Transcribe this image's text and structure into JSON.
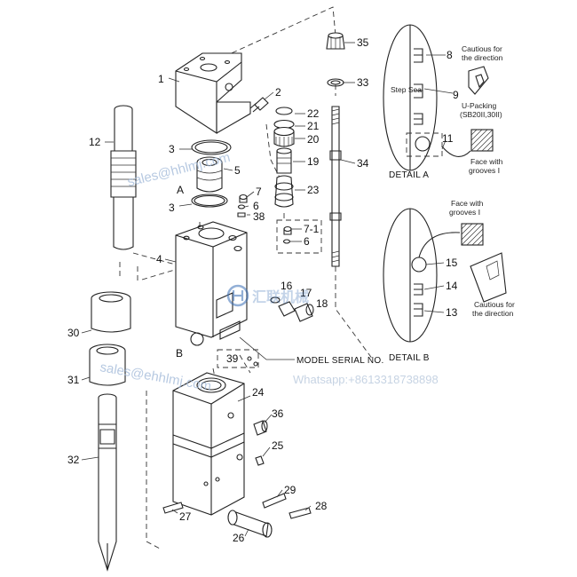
{
  "callouts": [
    {
      "id": "1",
      "text": "1"
    },
    {
      "id": "2",
      "text": "2"
    },
    {
      "id": "3a",
      "text": "3"
    },
    {
      "id": "5",
      "text": "5"
    },
    {
      "id": "3b",
      "text": "3"
    },
    {
      "id": "7",
      "text": "7"
    },
    {
      "id": "6",
      "text": "6"
    },
    {
      "id": "38",
      "text": "38"
    },
    {
      "id": "22",
      "text": "22"
    },
    {
      "id": "21",
      "text": "21"
    },
    {
      "id": "20",
      "text": "20"
    },
    {
      "id": "19",
      "text": "19"
    },
    {
      "id": "23",
      "text": "23"
    },
    {
      "id": "7-1",
      "text": "7-1"
    },
    {
      "id": "6b",
      "text": "6"
    },
    {
      "id": "35",
      "text": "35"
    },
    {
      "id": "33",
      "text": "33"
    },
    {
      "id": "34",
      "text": "34"
    },
    {
      "id": "12",
      "text": "12"
    },
    {
      "id": "4",
      "text": "4"
    },
    {
      "id": "16",
      "text": "16"
    },
    {
      "id": "17",
      "text": "17"
    },
    {
      "id": "18",
      "text": "18"
    },
    {
      "id": "30",
      "text": "30"
    },
    {
      "id": "31",
      "text": "31"
    },
    {
      "id": "39",
      "text": "39"
    },
    {
      "id": "24",
      "text": "24"
    },
    {
      "id": "36",
      "text": "36"
    },
    {
      "id": "25",
      "text": "25"
    },
    {
      "id": "32",
      "text": "32"
    },
    {
      "id": "29",
      "text": "29"
    },
    {
      "id": "28",
      "text": "28"
    },
    {
      "id": "27",
      "text": "27"
    },
    {
      "id": "26",
      "text": "26"
    },
    {
      "id": "8",
      "text": "8"
    },
    {
      "id": "9",
      "text": "9"
    },
    {
      "id": "11",
      "text": "11"
    },
    {
      "id": "15",
      "text": "15"
    },
    {
      "id": "14",
      "text": "14"
    },
    {
      "id": "13",
      "text": "13"
    }
  ],
  "letters": {
    "a": "A",
    "b": "B"
  },
  "labels": {
    "model_serial": "MODEL SERIAL NO.",
    "detail_a": "DETAIL A",
    "detail_b": "DETAIL B",
    "cautious_a_1": "Cautious for",
    "cautious_a_2": "the direction",
    "step_seal": "Step Seal",
    "u_packing_1": "U-Packing",
    "u_packing_2": "(SB20II,30II)",
    "face_a_1": "Face with",
    "face_a_2": "grooves Ⅰ",
    "face_b_1": "Face with",
    "face_b_2": "grooves Ⅰ",
    "cautious_b_1": "Cautious for",
    "cautious_b_2": "the direction"
  },
  "watermarks": {
    "email_1": "sales@hhlmj.com",
    "email_2": "sales@ehhlmj.com",
    "whatsapp": "Whatsapp:+8613318738898",
    "logo": "汇联机械"
  },
  "colors": {
    "line": "#222222",
    "watermark": "#9fb8d8",
    "logo": "#3a6fb5"
  }
}
